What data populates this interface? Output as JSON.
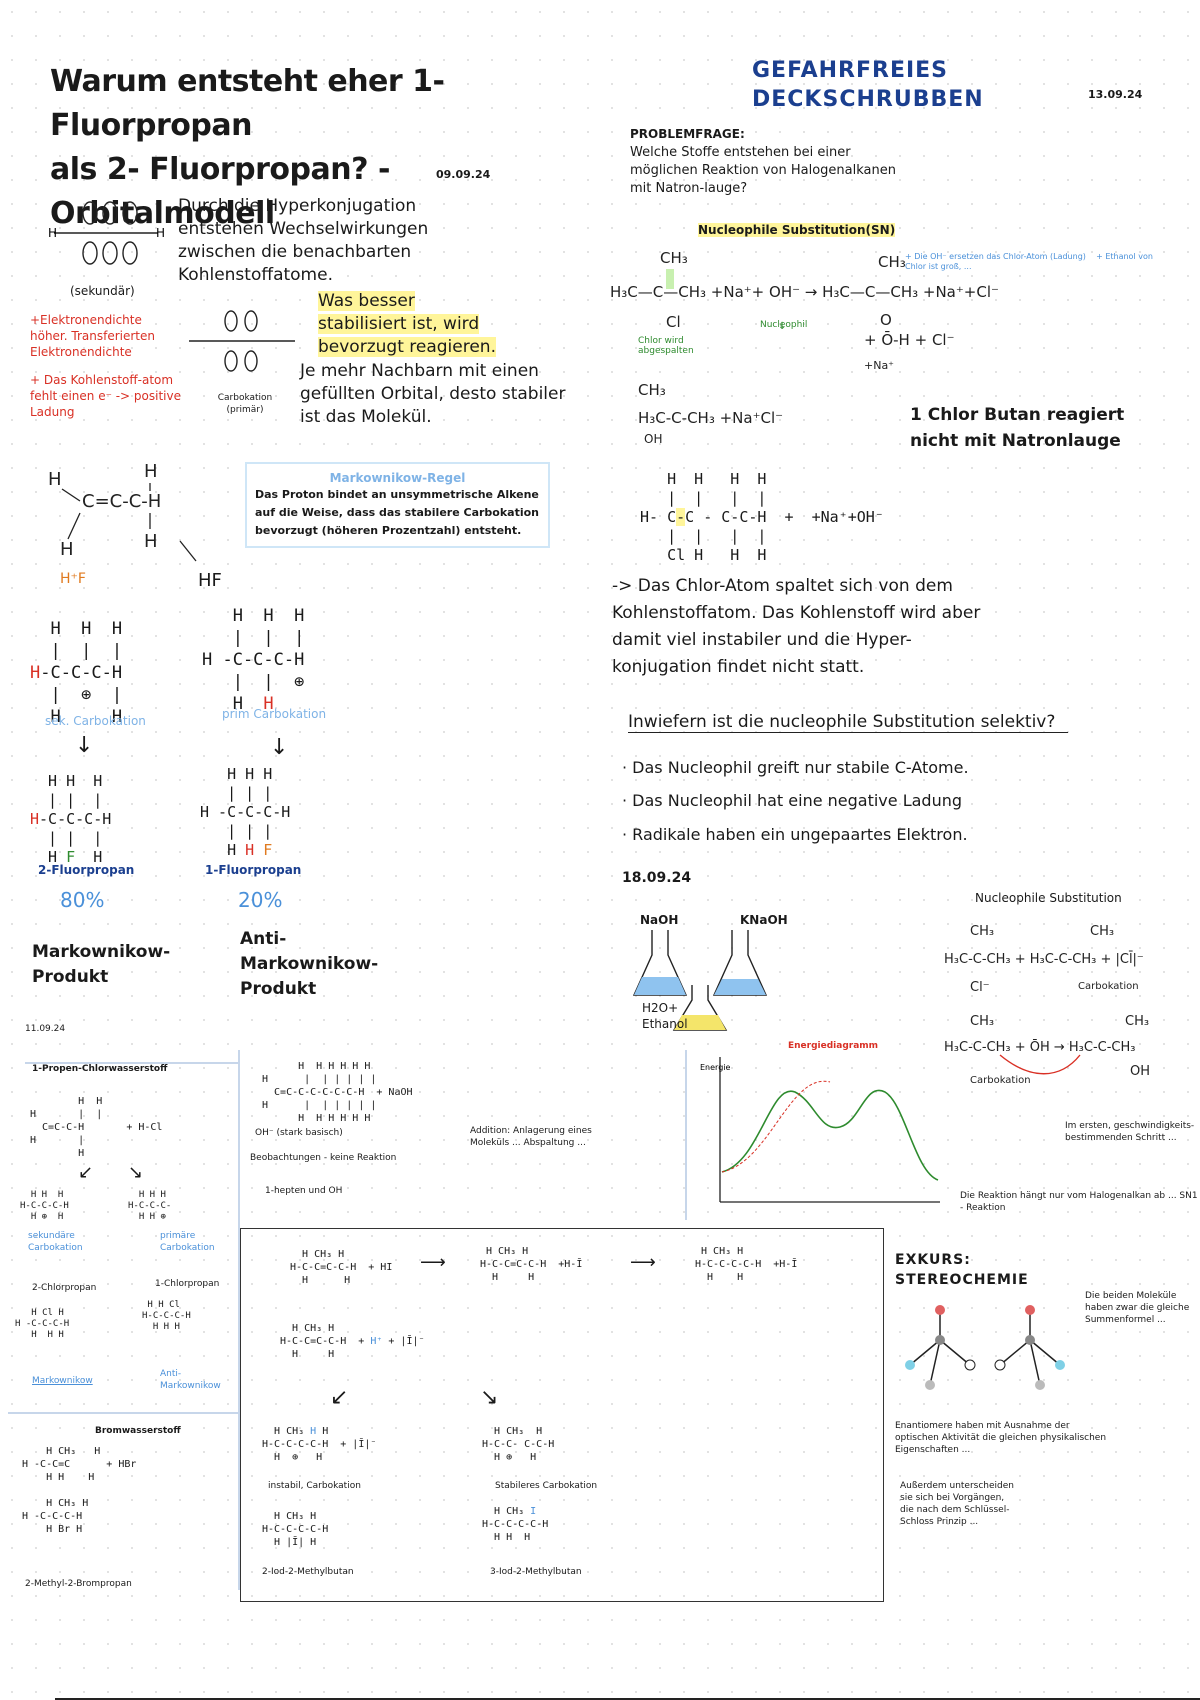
{
  "left": {
    "title_line1": "Warum entsteht eher 1-Fluorpropan",
    "title_line2": "als 2- Fluorpropan? - Orbitalmodell",
    "date": "09.09.24",
    "hyper_text": "Durch die Hyperkonjugation entstehen Wechselwirkungen zwischen die benachbarten Kohlenstoffatome.",
    "sekundaer": "(sekundär)",
    "elektronendichte": "+Elektronendichte höher. Transferierten Elektronendichte",
    "kohlenstoff_atom": "+ Das Kohlenstoff-atom fehlt einen e⁻ -> positive Ladung",
    "carbokation_label": "Carbokation (primär)",
    "stabil_note": "Was besser stabilisiert ist, wird bevorzugt reagieren.",
    "nachbarn_note": "Je mehr Nachbarn mit einen gefüllten Orbital, desto stabiler ist das Molekül.",
    "markownikow_title": "Markownikow-Regel",
    "markownikow_text": "Das Proton bindet an unsymmetrische Alkene auf die Weise, dass das stabilere Carbokation bevorzugt (höheren Prozentzahl) entsteht.",
    "hf": "HF",
    "sek_carbokation": "sek. Carbokation",
    "prim_carbokation": "prim Carbokation",
    "product_left": "2-Fluorpropan",
    "product_right": "1-Fluorpropan",
    "pct_left": "80%",
    "pct_right": "20%",
    "markownikow_produkt": "Markownikow-Produkt",
    "anti_produkt": "Anti-Markownikow-Produkt"
  },
  "right": {
    "heading1": "GEFAHRFREIES",
    "heading2": "DECKSCHRUBBEN",
    "date": "13.09.24",
    "problem_label": "PROBLEMFRAGE:",
    "problem_text": "Welche Stoffe entstehen bei einer möglichen Reaktion von Halogenalkanen mit Natron-lauge?",
    "nucleophile_sub": "Nucleophile Substitution(SN)",
    "nucleophil": "Nucleophil",
    "chlor_note": "Chlor wird abgespalten",
    "reaction_note": "1 Chlor Butan reagiert nicht mit Natronlauge",
    "chlor_text": "-> Das Chlor-Atom spaltet sich von dem Kohlenstoffatom. Das Kohlenstoff wird aber damit viel instabiler und die Hyper-konjugation findet nicht statt.",
    "selektiv_q": "Inwiefern ist die nucleophile Substitution selektiv?",
    "bullet1": "· Das Nucleophil greift nur stabile C-Atome.",
    "bullet2": "· Das Nucleophil hat eine negative Ladung",
    "bullet3": "· Radikale haben ein ungepaartes Elektron.",
    "date2": "18.09.24"
  },
  "bottom": {
    "date": "11.09.24",
    "propen_title": "1-Propen-Chlorwasserstoff",
    "sek_carb": "sekundäre Carbokation",
    "prim_carb": "primäre Carbokation",
    "chlorpropan2": "2-Chlorpropan",
    "chlorpropan1": "1-Chlorpropan",
    "markownikow": "Markownikow",
    "anti": "Anti-Markownikow",
    "bromwasserstoff": "Bromwasserstoff",
    "methyl_brom": "2-Methyl-2-Brompropan",
    "hepten": "1-hepten und OH",
    "beobachtungen": "Beobachtungen - keine Reaktion",
    "iod1": "2-Iod-2-Methylbutan",
    "iod2": "3-Iod-2-Methylbutan",
    "instabil": "instabil, Carbokation",
    "stabil": "Stabileres Carbokation",
    "naoh": "NaOH",
    "koh": "KNaOH",
    "h2o_ethanol": "H2O+ Ethanol",
    "energie": "Energiediagramm",
    "nuc_sub": "Nucleophile Substitution",
    "carbokation": "Carbokation",
    "exkurs1": "EXKURS:",
    "exkurs2": "STEREOCHEMIE"
  },
  "colors": {
    "accent_blue": "#4a90d9",
    "heading_blue": "#1b3f8f",
    "red": "#d93025",
    "highlight_yellow": "#fff59a",
    "highlight_green": "#c8f0b0"
  }
}
